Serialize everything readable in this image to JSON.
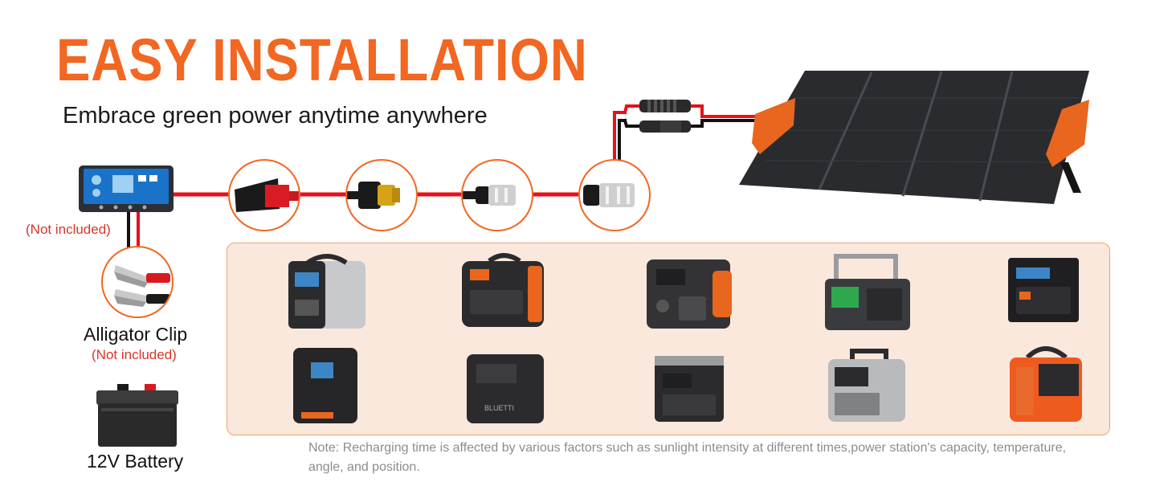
{
  "header": {
    "title": "EASY INSTALLATION",
    "subtitle": "Embrace green power anytime anywhere"
  },
  "controller": {
    "note": "(Not included)"
  },
  "alligator_clip": {
    "label": "Alligator Clip",
    "note": "(Not included)"
  },
  "battery": {
    "label": "12V Battery"
  },
  "device_labels": {
    "bluetti": "BLUETTI"
  },
  "colors": {
    "accent": "#f26722",
    "cable_red": "#e8101a",
    "panel_bg": "#fbe8dc"
  },
  "footnote": "Note: Recharging time is affected by various factors such as sunlight intensity at different times,power station's capacity, temperature, angle, and position."
}
